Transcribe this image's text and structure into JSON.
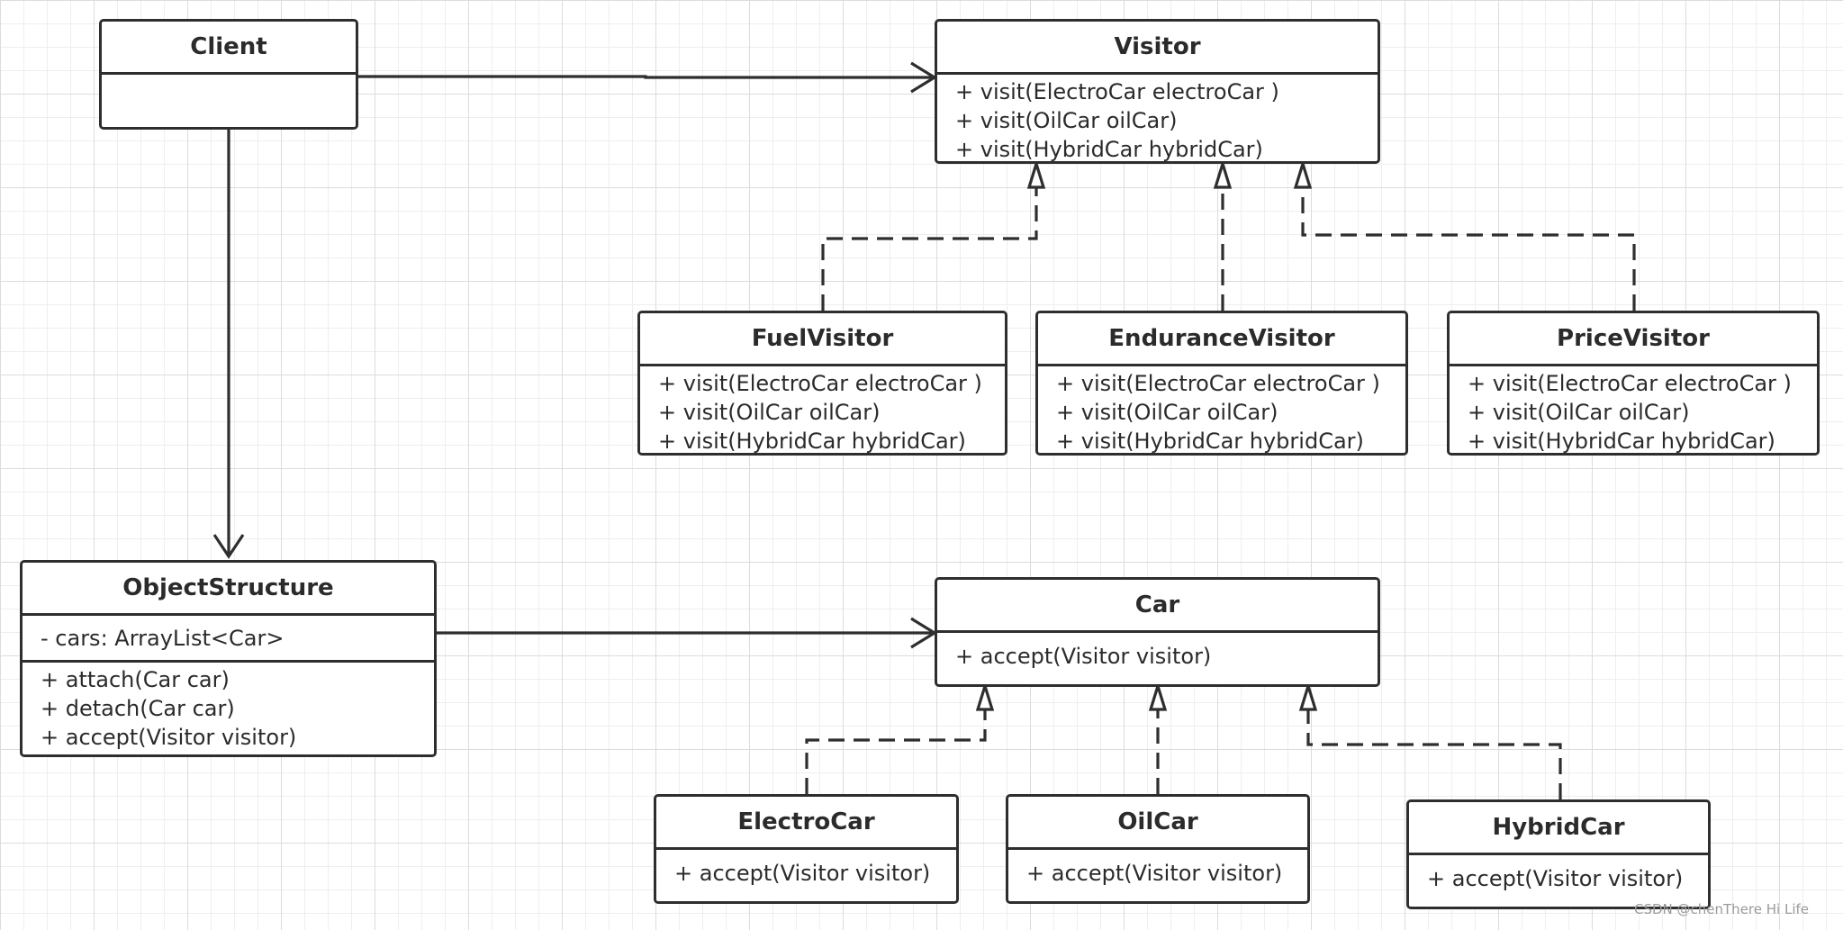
{
  "classes": {
    "client": {
      "name": "Client"
    },
    "visitor": {
      "name": "Visitor",
      "methods": [
        "+ visit(ElectroCar electroCar )",
        "+ visit(OilCar oilCar)",
        "+ visit(HybridCar hybridCar)"
      ]
    },
    "fuel_visitor": {
      "name": "FuelVisitor",
      "methods": [
        "+ visit(ElectroCar electroCar )",
        "+ visit(OilCar oilCar)",
        "+ visit(HybridCar hybridCar)"
      ]
    },
    "endurance_visitor": {
      "name": "EnduranceVisitor",
      "methods": [
        "+ visit(ElectroCar electroCar )",
        "+ visit(OilCar oilCar)",
        "+ visit(HybridCar hybridCar)"
      ]
    },
    "price_visitor": {
      "name": "PriceVisitor",
      "methods": [
        "+ visit(ElectroCar electroCar )",
        "+ visit(OilCar oilCar)",
        "+ visit(HybridCar hybridCar)"
      ]
    },
    "object_structure": {
      "name": "ObjectStructure",
      "attributes": [
        "- cars: ArrayList<Car>"
      ],
      "methods": [
        "+ attach(Car car)",
        "+ detach(Car car)",
        "+ accept(Visitor visitor)"
      ]
    },
    "car": {
      "name": "Car",
      "methods": [
        "+ accept(Visitor visitor)"
      ]
    },
    "electro_car": {
      "name": "ElectroCar",
      "methods": [
        "+ accept(Visitor visitor)"
      ]
    },
    "oil_car": {
      "name": "OilCar",
      "methods": [
        "+ accept(Visitor visitor)"
      ]
    },
    "hybrid_car": {
      "name": "HybridCar",
      "methods": [
        "+ accept(Visitor visitor)"
      ]
    }
  },
  "relations": [
    {
      "type": "association",
      "from": "Client",
      "to": "Visitor"
    },
    {
      "type": "association",
      "from": "Client",
      "to": "ObjectStructure"
    },
    {
      "type": "association",
      "from": "ObjectStructure",
      "to": "Car"
    },
    {
      "type": "realization",
      "from": "FuelVisitor",
      "to": "Visitor"
    },
    {
      "type": "realization",
      "from": "EnduranceVisitor",
      "to": "Visitor"
    },
    {
      "type": "realization",
      "from": "PriceVisitor",
      "to": "Visitor"
    },
    {
      "type": "realization",
      "from": "ElectroCar",
      "to": "Car"
    },
    {
      "type": "realization",
      "from": "OilCar",
      "to": "Car"
    },
    {
      "type": "realization",
      "from": "HybridCar",
      "to": "Car"
    }
  ],
  "watermark": "CSDN @chenThere Hi Life",
  "colors": {
    "line": "#2e2e2e",
    "grid": "#dcdcdc",
    "background": "#ffffff"
  }
}
